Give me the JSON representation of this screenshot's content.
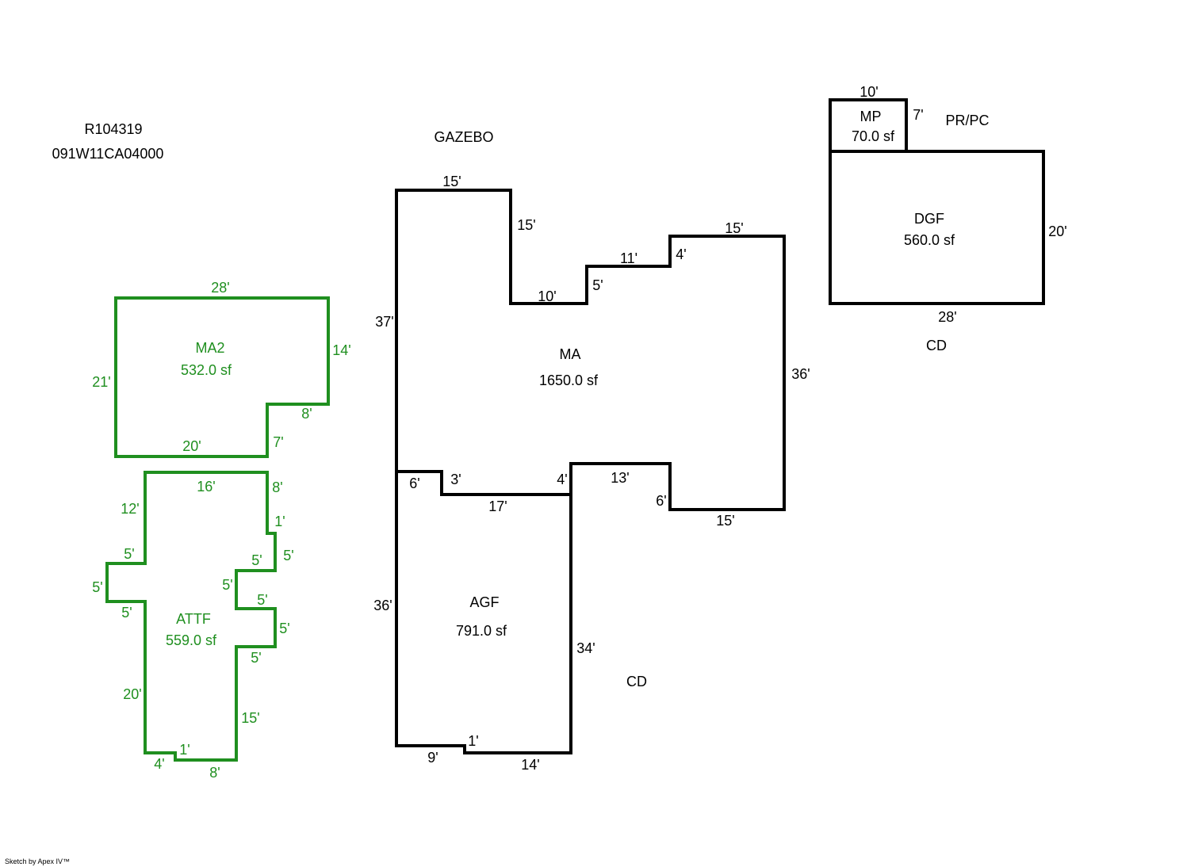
{
  "header": {
    "record_id": "R104319",
    "parcel_id": "091W11CA04000"
  },
  "colors": {
    "primary": "#000000",
    "secondary": "#1f8f1f"
  },
  "labels": {
    "gazebo": "GAZEBO",
    "pr_pc": "PR/PC",
    "cd_upper": "CD",
    "cd_lower": "CD"
  },
  "areas": {
    "ma2": {
      "name": "MA2",
      "area": "532.0 sf",
      "dims": {
        "top": "28'",
        "right": "14'",
        "step": "8'",
        "notch": "7'",
        "bottom": "20'",
        "left": "21'"
      }
    },
    "attf": {
      "name": "ATTF",
      "area": "559.0 sf",
      "dims": {
        "top": "16'",
        "r1": "8'",
        "r2": "1'",
        "r3": "5'",
        "r4": "5'",
        "r5": "5'",
        "r6": "5'",
        "r7": "5'",
        "r8": "5'",
        "r9": "15'",
        "b1": "8'",
        "b2": "1'",
        "b3": "4'",
        "l1": "20'",
        "l2": "5'",
        "l3": "5'",
        "l4": "5'",
        "l5": "12'"
      }
    },
    "ma": {
      "name": "MA",
      "area": "1650.0 sf",
      "dims": {
        "top": "15'",
        "d1": "15'",
        "d2": "10'",
        "d3": "5'",
        "d4": "11'",
        "d5": "4'",
        "d6": "15'",
        "right": "36'",
        "bottom": "15'",
        "d7": "6'",
        "d8": "13'",
        "d9": "4'",
        "left": "37'"
      }
    },
    "agf": {
      "name": "AGF",
      "area": "791.0 sf",
      "dims": {
        "top_a": "6'",
        "top_b": "3'",
        "top_c": "17'",
        "right": "34'",
        "bottom_a": "14'",
        "bottom_b": "1'",
        "bottom_c": "9'",
        "left": "36'"
      }
    },
    "mp": {
      "name": "MP",
      "area": "70.0 sf",
      "dims": {
        "top": "10'",
        "right": "7'"
      }
    },
    "dgf": {
      "name": "DGF",
      "area": "560.0 sf",
      "dims": {
        "right": "20'",
        "bottom": "28'"
      }
    }
  },
  "footer": {
    "credit": "Sketch by Apex IV™"
  }
}
